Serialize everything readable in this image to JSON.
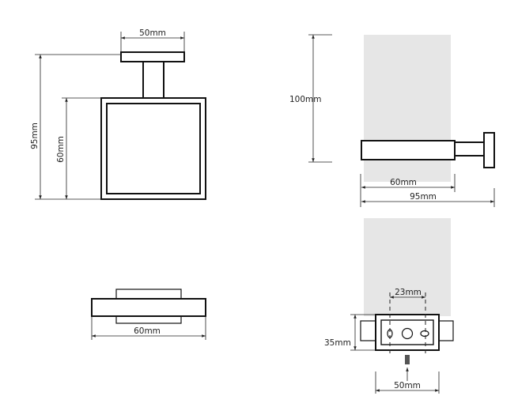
{
  "front_view": {
    "width_label": "50mm",
    "height_label": "95mm",
    "ring_height_label": "60mm"
  },
  "side_view": {
    "wall_height_label": "100mm",
    "bar_length_label": "60mm",
    "total_depth_label": "95mm"
  },
  "bottom_view": {
    "width_label": "60mm"
  },
  "mount_view": {
    "hole_spacing_label": "23mm",
    "plate_height_label": "35mm",
    "plate_width_label": "50mm"
  },
  "colors": {
    "wall": "#e6e6e6",
    "line": "#111111"
  }
}
